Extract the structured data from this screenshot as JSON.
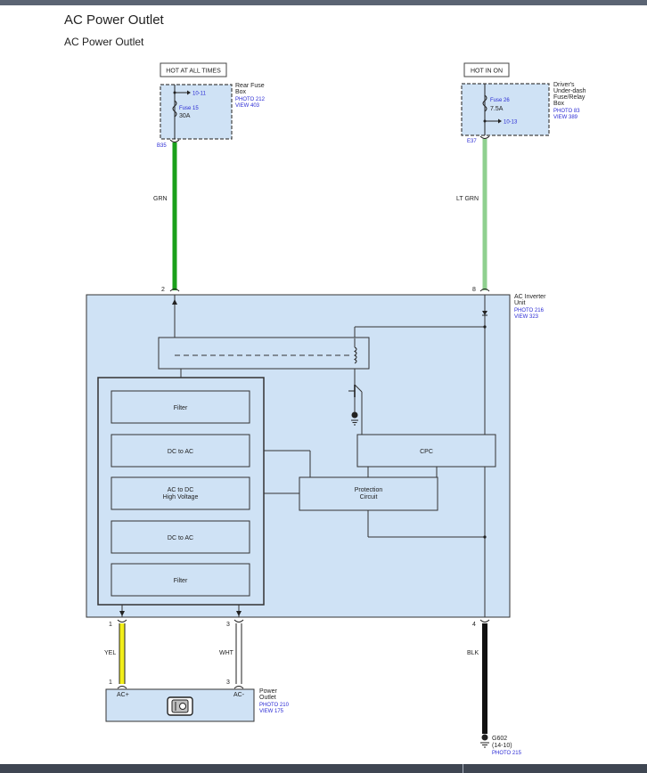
{
  "header": {
    "title": "AC Power Outlet",
    "subtitle": "AC Power Outlet"
  },
  "rear_fuse_box": {
    "hot_label": "HOT AT ALL TIMES",
    "link_ref": "10-11",
    "fuse_name": "Fuse 15",
    "fuse_rating": "30A",
    "name_line1": "Rear Fuse",
    "name_line2": "Box",
    "photo": "PHOTO 212",
    "view": "VIEW 403",
    "connector": "B35"
  },
  "dash_fuse_box": {
    "hot_label": "HOT IN ON",
    "fuse_name": "Fuse 26",
    "fuse_rating": "7.5A",
    "link_ref": "10-13",
    "name_line1": "Driver's",
    "name_line2": "Under-dash",
    "name_line3": "Fuse/Relay",
    "name_line4": "Box",
    "photo": "PHOTO 83",
    "view": "VIEW 389",
    "connector": "E37"
  },
  "wires": {
    "grn": "GRN",
    "lt_grn": "LT GRN",
    "yel": "YEL",
    "wht": "WHT",
    "blk": "BLK"
  },
  "pins": {
    "inv_in_grn": "2",
    "inv_in_ltgrn": "8",
    "inv_out_yel": "1",
    "inv_out_wht": "3",
    "inv_out_blk": "4",
    "outlet_yel": "1",
    "outlet_wht": "3"
  },
  "inverter": {
    "name_line1": "AC Inverter",
    "name_line2": "Unit",
    "photo": "PHOTO 216",
    "view": "VIEW 323",
    "blocks": {
      "filter_top": "Filter",
      "dc_ac_top": "DC to AC",
      "ac_dc_line1": "AC to DC",
      "ac_dc_line2": "High Voltage",
      "dc_ac_bottom": "DC to AC",
      "filter_bottom": "Filter",
      "cpc": "CPC",
      "protection_line1": "Protection",
      "protection_line2": "Circuit"
    }
  },
  "outlet": {
    "ac_plus": "AC+",
    "ac_minus": "AC-",
    "name_line1": "Power",
    "name_line2": "Outlet",
    "photo": "PHOTO 210",
    "view": "VIEW 175"
  },
  "ground": {
    "name": "G602",
    "ref": "(14-10)",
    "photo": "PHOTO 215"
  },
  "colors": {
    "panel_fill": "#cfe2f5",
    "grn_wire": "#1aa01a",
    "lt_grn_wire": "#8fd08f",
    "yel_wire": "#f2ee1a",
    "blk_wire": "#111111",
    "link_text": "#2a2ad4"
  }
}
